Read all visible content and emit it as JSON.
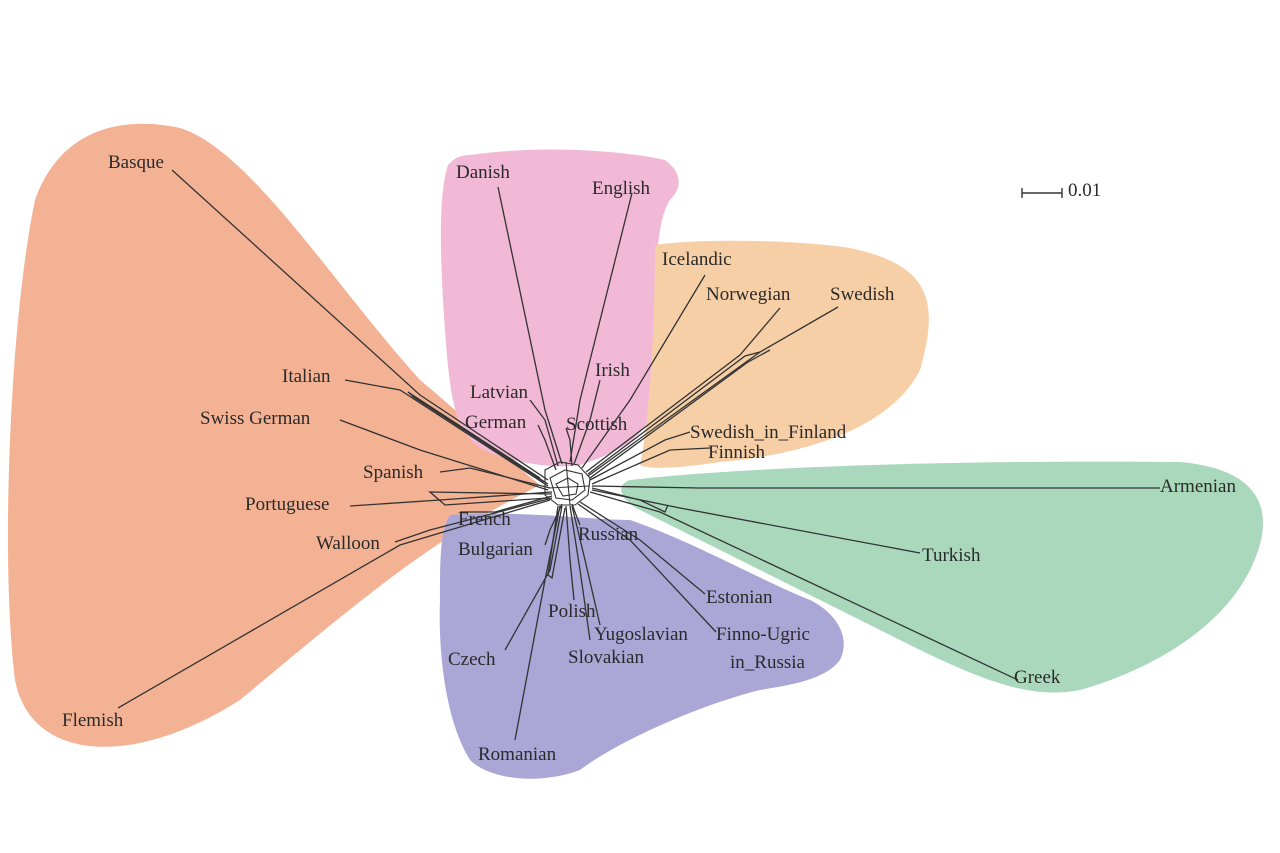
{
  "colors": {
    "background": "#ffffff",
    "romance_group": "#f4b295",
    "germanic_west_group": "#f1b9d6",
    "nordic_group": "#f7cfa6",
    "anatolian_group": "#a9d8bd",
    "slavic_uralic_group": "#aaa6d6",
    "edge": "#333333",
    "text": "#2a2a2a"
  },
  "scale_bar": {
    "label": "0.01"
  },
  "labels": {
    "basque": "Basque",
    "italian": "Italian",
    "swiss_german": "Swiss German",
    "spanish": "Spanish",
    "portuguese": "Portuguese",
    "french": "French",
    "walloon": "Walloon",
    "flemish": "Flemish",
    "danish": "Danish",
    "english": "English",
    "irish": "Irish",
    "latvian": "Latvian",
    "german": "German",
    "scottish": "Scottish",
    "icelandic": "Icelandic",
    "norwegian": "Norwegian",
    "swedish": "Swedish",
    "swedish_in_finland": "Swedish_in_Finland",
    "finnish": "Finnish",
    "armenian": "Armenian",
    "turkish": "Turkish",
    "greek": "Greek",
    "bulgarian": "Bulgarian",
    "russian": "Russian",
    "estonian": "Estonian",
    "polish": "Polish",
    "yugoslavian": "Yugoslavian",
    "finno_ugric_line1": "Finno-Ugric",
    "finno_ugric_line2": "in_Russia",
    "czech": "Czech",
    "slovakian": "Slovakian",
    "romanian": "Romanian"
  }
}
